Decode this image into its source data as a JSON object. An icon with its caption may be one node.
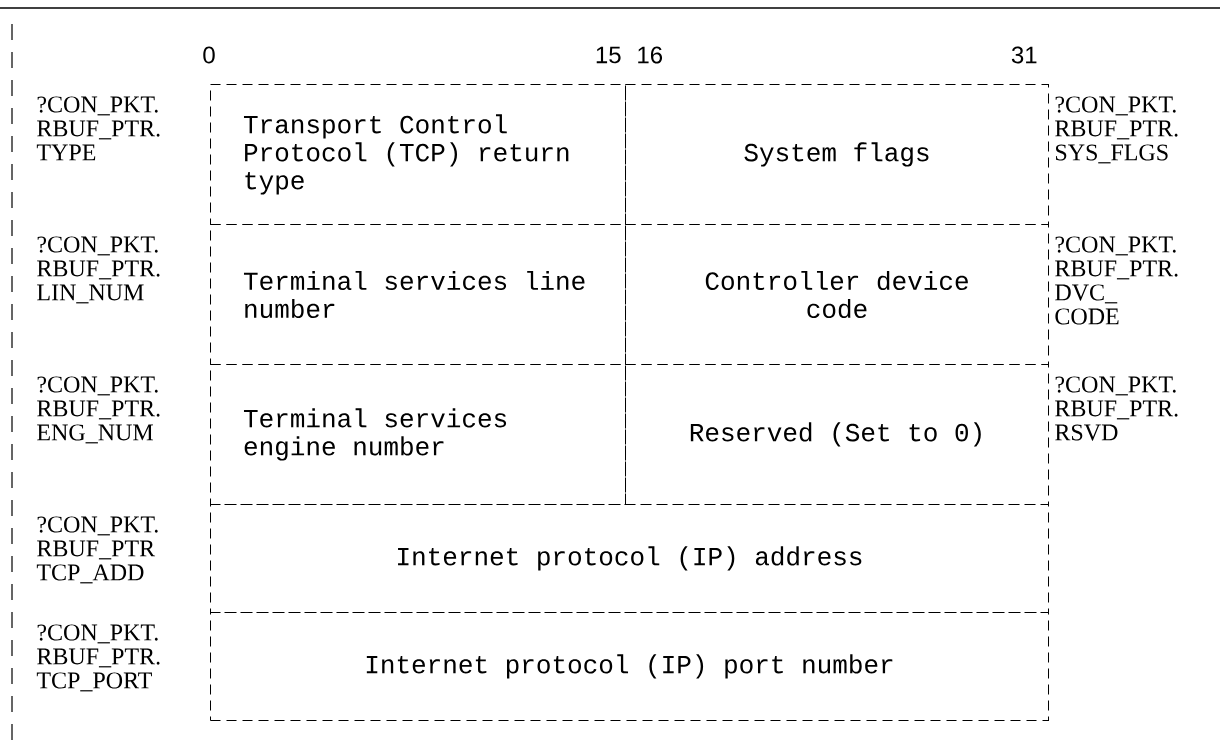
{
  "diagram": {
    "nodes": [
      {
        "text": [
          "Transport Control Protocol (TCP) return type"
        ]
      },
      {
        "text": [
          "System flags"
        ]
      },
      {
        "text": [
          "Terminal services line number"
        ]
      },
      {
        "text": [
          "Controller device code"
        ]
      },
      {
        "text": [
          "Terminal services engine number"
        ]
      },
      {
        "text": [
          "Reserved (Set to 0)"
        ]
      },
      {
        "text": [
          "Internet protocol (IP) address"
        ]
      },
      {
        "text": [
          "Internet protocol (IP) port number"
        ]
      }
    ],
    "labels": [
      "0",
      "15",
      "16",
      "31",
      "?CON_PKT. RBUF_PTR. TYPE",
      "?CON_PKT. RBUF_PTR. SYS_FLGS",
      "?CON_PKT. RBUF_PTR. LIN_NUM",
      "?CON_PKT. RBUF_PTR. DVC_ CODE",
      "?CON_PKT. RBUF_PTR. ENG_NUM",
      "?CON_PKT. RBUF_PTR. RSVD",
      "?CON_PKT. RBUF_PTR TCP_ADD",
      "?CON_PKT. RBUF_PTR. TCP_PORT"
    ]
  }
}
